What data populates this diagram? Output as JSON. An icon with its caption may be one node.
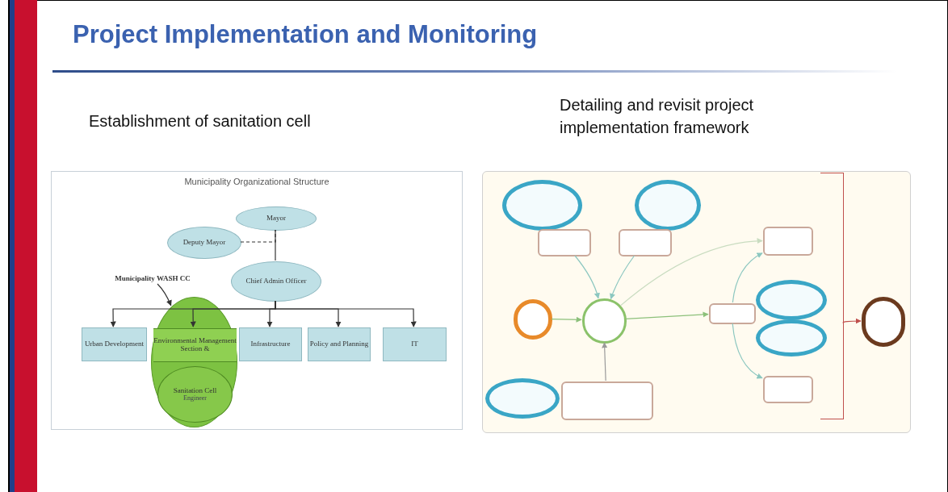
{
  "diagram": {
    "title": "Project Implementation and Monitoring",
    "nodes": [
      {
        "text": [
          "Municipality Organizational Structure"
        ]
      },
      {
        "text": [
          "Mayor"
        ],
        "in": 0
      },
      {
        "text": [
          "Deputy Mayor"
        ],
        "in": 0
      },
      {
        "text": [
          "Chief Admin Officer"
        ],
        "in": 0
      },
      {
        "text": [
          "Municipality WASH CC"
        ],
        "in": 0
      },
      {
        "text": [
          "Urban Development"
        ],
        "in": 0
      },
      {
        "text": [],
        "shape": "ellipse",
        "in": 0
      },
      {
        "text": [
          "Environmental Management Section &"
        ],
        "in": 6
      },
      {
        "text": [
          "Sanitation Cell",
          "Engineer"
        ],
        "in": 6
      },
      {
        "text": [
          "Infrastructure"
        ],
        "in": 0
      },
      {
        "text": [
          "Policy and Planning"
        ],
        "in": 0
      },
      {
        "text": [
          "IT"
        ],
        "in": 0
      },
      {
        "text": [],
        "shape": "box"
      },
      {
        "text": [],
        "shape": "ellipse",
        "in": 12
      },
      {
        "text": [],
        "shape": "ellipse",
        "in": 12
      },
      {
        "text": [],
        "shape": "box",
        "in": 12
      },
      {
        "text": [],
        "shape": "box",
        "in": 12
      },
      {
        "text": [],
        "shape": "circle",
        "in": 12
      },
      {
        "text": [],
        "shape": "circle",
        "in": 12
      },
      {
        "text": [],
        "shape": "box",
        "in": 12
      },
      {
        "text": [],
        "shape": "box",
        "in": 12
      },
      {
        "text": [],
        "shape": "ellipse",
        "in": 12
      },
      {
        "text": [],
        "shape": "ellipse",
        "in": 12
      },
      {
        "text": [],
        "shape": "box",
        "in": 12
      },
      {
        "text": [],
        "shape": "ellipse",
        "in": 12
      },
      {
        "text": [],
        "shape": "box",
        "in": 12
      },
      {
        "text": [],
        "shape": "circle",
        "in": 12
      },
      {
        "text": [],
        "shape": "bracket",
        "in": 12
      }
    ],
    "edges": [
      {
        "from": 1,
        "to": 3,
        "arrow": "none"
      },
      {
        "from": 2,
        "to": 1,
        "arrow": "none",
        "style": "dashed"
      },
      {
        "from": 4,
        "to": 6,
        "arrow": "to"
      },
      {
        "from": 3,
        "to": 5,
        "arrow": "to"
      },
      {
        "from": 3,
        "to": 7,
        "arrow": "to"
      },
      {
        "from": 3,
        "to": 9,
        "arrow": "to"
      },
      {
        "from": 3,
        "to": 10,
        "arrow": "to"
      },
      {
        "from": 3,
        "to": 11,
        "arrow": "to"
      },
      {
        "from": 15,
        "to": 18,
        "arrow": "to",
        "color": "#8cc7c0"
      },
      {
        "from": 16,
        "to": 18,
        "arrow": "to",
        "color": "#8cc7c0"
      },
      {
        "from": 17,
        "to": 18,
        "arrow": "to",
        "color": "#8cc07a"
      },
      {
        "from": 18,
        "to": 19,
        "arrow": "to",
        "color": "#8cc07a"
      },
      {
        "from": 25,
        "to": 18,
        "arrow": "to",
        "color": "#9a9a9a"
      },
      {
        "from": 18,
        "to": 20,
        "arrow": "to",
        "color": "#c9dcc0"
      },
      {
        "from": 19,
        "to": 20,
        "arrow": "to",
        "color": "#8cc7c0"
      },
      {
        "from": 19,
        "to": 23,
        "arrow": "to",
        "color": "#8cc7c0"
      },
      {
        "from": 27,
        "to": 26,
        "arrow": "to",
        "color": "#c0504d"
      }
    ],
    "labels": [
      "Establishment of sanitation cell",
      "Detailing and revisit project implementation framework"
    ]
  }
}
